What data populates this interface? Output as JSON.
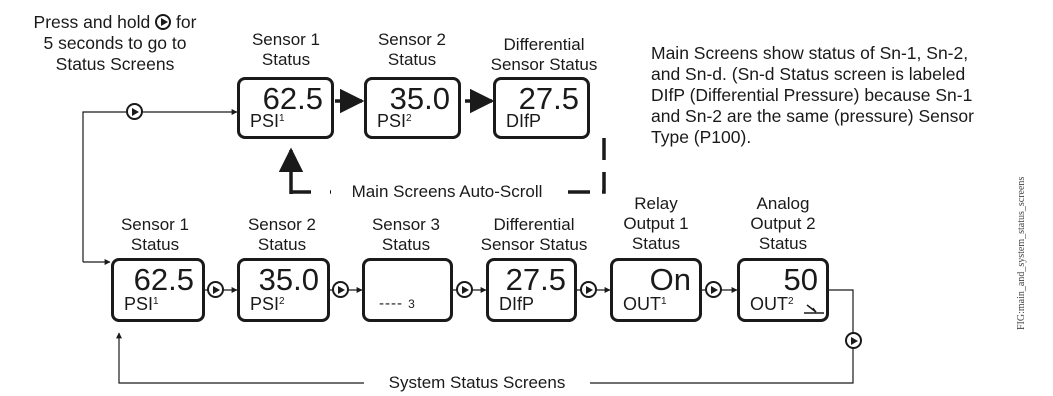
{
  "press_hold_note": [
    "Press and hold",
    "for",
    "5 seconds to go to",
    "Status Screens"
  ],
  "main_screens": {
    "labels": [
      [
        "Sensor 1",
        "Status"
      ],
      [
        "Sensor 2",
        "Status"
      ],
      [
        "Differential",
        "Sensor Status"
      ]
    ],
    "displays": [
      {
        "value": "62.5",
        "unit": "PSI",
        "sup": "1"
      },
      {
        "value": "35.0",
        "unit": "PSI",
        "sup": "2"
      },
      {
        "value": "27.5",
        "unit": "DIfP",
        "sup": ""
      }
    ],
    "autoscroll_label": "Main Screens Auto-Scroll"
  },
  "main_note": [
    "Main Screens show status of Sn-1, Sn-2,",
    "and Sn-d. (Sn-d Status screen is labeled",
    "DIfP (Differential Pressure) because Sn-1",
    "and Sn-2 are the same (pressure) Sensor",
    "Type (P100)."
  ],
  "system_screens": {
    "labels": [
      [
        "Sensor 1",
        "Status"
      ],
      [
        "Sensor 2",
        "Status"
      ],
      [
        "Sensor 3",
        "Status"
      ],
      [
        "Differential",
        "Sensor Status"
      ],
      [
        "Relay",
        "Output 1",
        "Status"
      ],
      [
        "Analog",
        "Output 2",
        "Status"
      ]
    ],
    "displays": [
      {
        "value": "62.5",
        "unit": "PSI",
        "sup": "1"
      },
      {
        "value": "35.0",
        "unit": "PSI",
        "sup": "2"
      },
      {
        "value": "",
        "unit": "----",
        "sup": "3"
      },
      {
        "value": "27.5",
        "unit": "DIfP",
        "sup": ""
      },
      {
        "value": "On",
        "unit": "OUT",
        "sup": "1"
      },
      {
        "value": "50",
        "unit": "OUT",
        "sup": "2"
      }
    ],
    "loop_label": "System Status Screens"
  },
  "figure_id": "FIG:main_and_system_status_screens",
  "icons": [
    "play-button-icon",
    "analog-ramp-icon"
  ]
}
